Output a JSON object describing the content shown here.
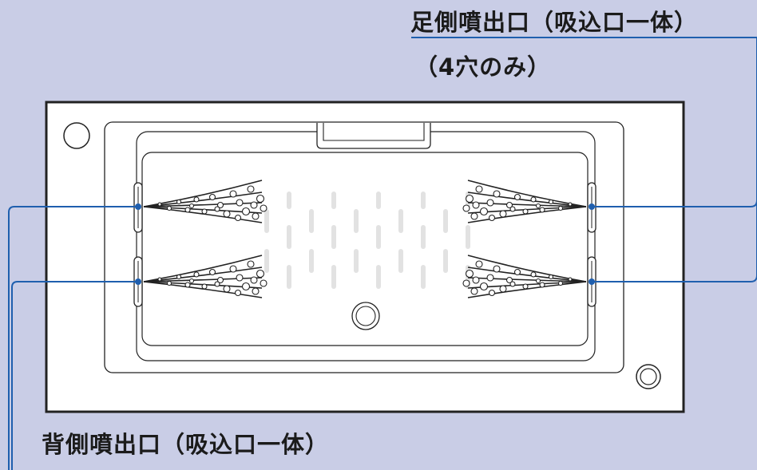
{
  "labels": {
    "foot_outlet": "足側噴出口（吸込口一体）",
    "foot_outlet_note": "（4穴のみ）",
    "back_outlet": "背側噴出口（吸込口一体）"
  },
  "colors": {
    "background": "#c9cde6",
    "tub_fill": "#ffffff",
    "outline": "#222222",
    "leader_line": "#1f5fae",
    "grip_marks": "#e2e2e2"
  },
  "jets": {
    "back_side_count": 2,
    "foot_side_count": 2
  }
}
